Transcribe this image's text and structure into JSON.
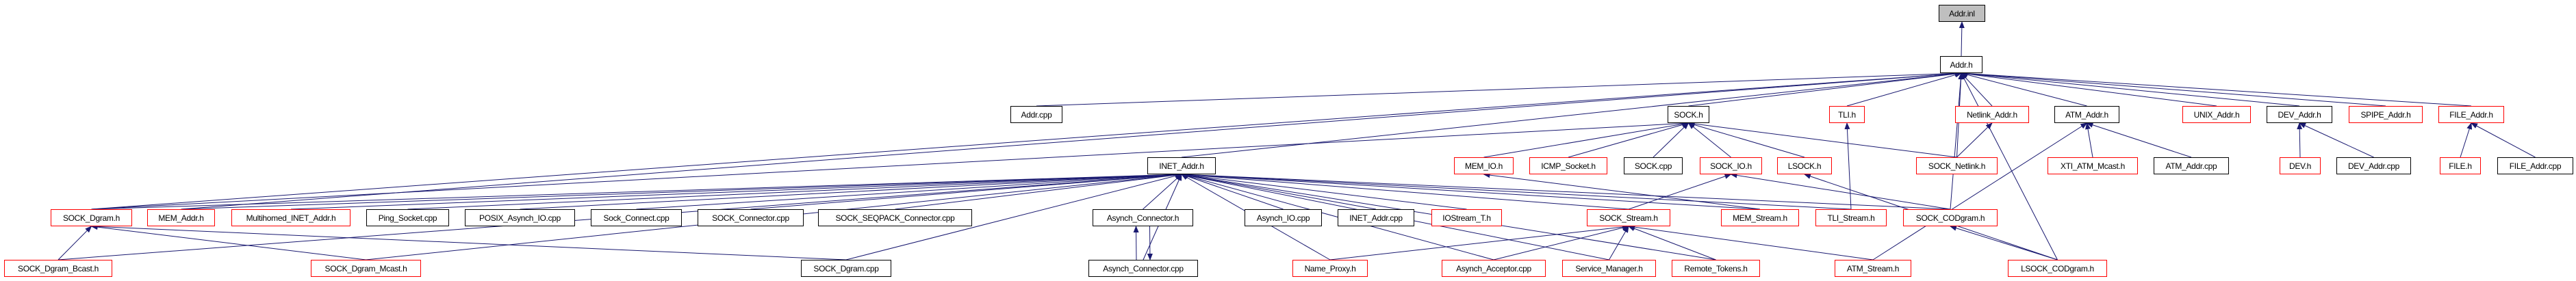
{
  "graph": {
    "edge_color": "#191970",
    "border_colors": {
      "complete": "#000000",
      "truncated": "#ff0000",
      "current": "#000000"
    },
    "current_fill": "#bfbfbf",
    "nodes": [
      {
        "id": "addr_inl",
        "label": "Addr.inl",
        "style": "gray"
      },
      {
        "id": "addr_h",
        "label": "Addr.h",
        "style": "black"
      },
      {
        "id": "addr_cpp",
        "label": "Addr.cpp",
        "style": "black"
      },
      {
        "id": "sock_h",
        "label": "SOCK.h",
        "style": "black"
      },
      {
        "id": "tli_h",
        "label": "TLI.h",
        "style": "red"
      },
      {
        "id": "netlink_addr_h",
        "label": "Netlink_Addr.h",
        "style": "red"
      },
      {
        "id": "atm_addr_h",
        "label": "ATM_Addr.h",
        "style": "black"
      },
      {
        "id": "unix_addr_h",
        "label": "UNIX_Addr.h",
        "style": "red"
      },
      {
        "id": "dev_addr_h",
        "label": "DEV_Addr.h",
        "style": "black"
      },
      {
        "id": "spipe_addr_h",
        "label": "SPIPE_Addr.h",
        "style": "red"
      },
      {
        "id": "file_addr_h",
        "label": "FILE_Addr.h",
        "style": "red"
      },
      {
        "id": "inet_addr_h",
        "label": "INET_Addr.h",
        "style": "black"
      },
      {
        "id": "mem_io_h",
        "label": "MEM_IO.h",
        "style": "red"
      },
      {
        "id": "icmp_socket_h",
        "label": "ICMP_Socket.h",
        "style": "red"
      },
      {
        "id": "sock_cpp",
        "label": "SOCK.cpp",
        "style": "black"
      },
      {
        "id": "sock_io_h",
        "label": "SOCK_IO.h",
        "style": "red"
      },
      {
        "id": "lsock_h",
        "label": "LSOCK.h",
        "style": "red"
      },
      {
        "id": "sock_netlink_h",
        "label": "SOCK_Netlink.h",
        "style": "red"
      },
      {
        "id": "xti_atm_mcast_h",
        "label": "XTI_ATM_Mcast.h",
        "style": "red"
      },
      {
        "id": "atm_addr_cpp",
        "label": "ATM_Addr.cpp",
        "style": "black"
      },
      {
        "id": "dev_h",
        "label": "DEV.h",
        "style": "red"
      },
      {
        "id": "dev_addr_cpp",
        "label": "DEV_Addr.cpp",
        "style": "black"
      },
      {
        "id": "file_h",
        "label": "FILE.h",
        "style": "red"
      },
      {
        "id": "file_addr_cpp",
        "label": "FILE_Addr.cpp",
        "style": "black"
      },
      {
        "id": "sock_dgram_h",
        "label": "SOCK_Dgram.h",
        "style": "red"
      },
      {
        "id": "mem_addr_h",
        "label": "MEM_Addr.h",
        "style": "red"
      },
      {
        "id": "multihomed_h",
        "label": "Multihomed_INET_Addr.h",
        "style": "red"
      },
      {
        "id": "ping_socket_cpp",
        "label": "Ping_Socket.cpp",
        "style": "black"
      },
      {
        "id": "posix_asynch_io_cpp",
        "label": "POSIX_Asynch_IO.cpp",
        "style": "black"
      },
      {
        "id": "sock_connect_cpp",
        "label": "Sock_Connect.cpp",
        "style": "black"
      },
      {
        "id": "sock_connector_cpp",
        "label": "SOCK_Connector.cpp",
        "style": "black"
      },
      {
        "id": "sock_seqpack_connector_cpp",
        "label": "SOCK_SEQPACK_Connector.cpp",
        "style": "black"
      },
      {
        "id": "asynch_connector_h",
        "label": "Asynch_Connector.h",
        "style": "black"
      },
      {
        "id": "asynch_io_cpp",
        "label": "Asynch_IO.cpp",
        "style": "black"
      },
      {
        "id": "inet_addr_cpp",
        "label": "INET_Addr.cpp",
        "style": "black"
      },
      {
        "id": "iostream_t_h",
        "label": "IOStream_T.h",
        "style": "red"
      },
      {
        "id": "sock_stream_h",
        "label": "SOCK_Stream.h",
        "style": "red"
      },
      {
        "id": "mem_stream_h",
        "label": "MEM_Stream.h",
        "style": "red"
      },
      {
        "id": "tli_stream_h",
        "label": "TLI_Stream.h",
        "style": "red"
      },
      {
        "id": "sock_codgram_h",
        "label": "SOCK_CODgram.h",
        "style": "red"
      },
      {
        "id": "sock_dgram_bcast_h",
        "label": "SOCK_Dgram_Bcast.h",
        "style": "red"
      },
      {
        "id": "sock_dgram_mcast_h",
        "label": "SOCK_Dgram_Mcast.h",
        "style": "red"
      },
      {
        "id": "sock_dgram_cpp",
        "label": "SOCK_Dgram.cpp",
        "style": "black"
      },
      {
        "id": "asynch_connector_cpp",
        "label": "Asynch_Connector.cpp",
        "style": "black"
      },
      {
        "id": "name_proxy_h",
        "label": "Name_Proxy.h",
        "style": "red"
      },
      {
        "id": "asynch_acceptor_cpp",
        "label": "Asynch_Acceptor.cpp",
        "style": "red"
      },
      {
        "id": "service_manager_h",
        "label": "Service_Manager.h",
        "style": "red"
      },
      {
        "id": "remote_tokens_h",
        "label": "Remote_Tokens.h",
        "style": "red"
      },
      {
        "id": "atm_stream_h",
        "label": "ATM_Stream.h",
        "style": "red"
      },
      {
        "id": "lsock_codgram_h",
        "label": "LSOCK_CODgram.h",
        "style": "red"
      }
    ],
    "edges": [
      [
        "addr_h",
        "addr_inl"
      ],
      [
        "addr_cpp",
        "addr_h"
      ],
      [
        "sock_h",
        "addr_h"
      ],
      [
        "inet_addr_h",
        "addr_h"
      ],
      [
        "tli_h",
        "addr_h"
      ],
      [
        "netlink_addr_h",
        "addr_h"
      ],
      [
        "atm_addr_h",
        "addr_h"
      ],
      [
        "unix_addr_h",
        "addr_h"
      ],
      [
        "dev_addr_h",
        "addr_h"
      ],
      [
        "spipe_addr_h",
        "addr_h"
      ],
      [
        "file_addr_h",
        "addr_h"
      ],
      [
        "sock_netlink_h",
        "addr_h"
      ],
      [
        "sock_codgram_h",
        "addr_h"
      ],
      [
        "lsock_codgram_h",
        "addr_h"
      ],
      [
        "sock_dgram_h",
        "addr_h"
      ],
      [
        "mem_addr_h",
        "addr_h"
      ],
      [
        "sock_dgram_h",
        "sock_h"
      ],
      [
        "mem_io_h",
        "sock_h"
      ],
      [
        "icmp_socket_h",
        "sock_h"
      ],
      [
        "sock_cpp",
        "sock_h"
      ],
      [
        "sock_io_h",
        "sock_h"
      ],
      [
        "lsock_h",
        "sock_h"
      ],
      [
        "sock_netlink_h",
        "sock_h"
      ],
      [
        "sock_dgram_h",
        "inet_addr_h"
      ],
      [
        "mem_addr_h",
        "inet_addr_h"
      ],
      [
        "multihomed_h",
        "inet_addr_h"
      ],
      [
        "ping_socket_cpp",
        "inet_addr_h"
      ],
      [
        "posix_asynch_io_cpp",
        "inet_addr_h"
      ],
      [
        "sock_connect_cpp",
        "inet_addr_h"
      ],
      [
        "sock_connector_cpp",
        "inet_addr_h"
      ],
      [
        "sock_seqpack_connector_cpp",
        "inet_addr_h"
      ],
      [
        "asynch_connector_h",
        "inet_addr_h"
      ],
      [
        "asynch_io_cpp",
        "inet_addr_h"
      ],
      [
        "inet_addr_cpp",
        "inet_addr_h"
      ],
      [
        "iostream_t_h",
        "inet_addr_h"
      ],
      [
        "sock_stream_h",
        "inet_addr_h"
      ],
      [
        "mem_stream_h",
        "inet_addr_h"
      ],
      [
        "tli_stream_h",
        "inet_addr_h"
      ],
      [
        "sock_codgram_h",
        "inet_addr_h"
      ],
      [
        "sock_dgram_bcast_h",
        "inet_addr_h"
      ],
      [
        "sock_dgram_mcast_h",
        "inet_addr_h"
      ],
      [
        "sock_dgram_cpp",
        "inet_addr_h"
      ],
      [
        "asynch_connector_cpp",
        "inet_addr_h"
      ],
      [
        "name_proxy_h",
        "inet_addr_h"
      ],
      [
        "asynch_acceptor_cpp",
        "inet_addr_h"
      ],
      [
        "service_manager_h",
        "inet_addr_h"
      ],
      [
        "remote_tokens_h",
        "inet_addr_h"
      ],
      [
        "sock_stream_h",
        "sock_io_h"
      ],
      [
        "sock_codgram_h",
        "sock_io_h"
      ],
      [
        "lsock_codgram_h",
        "lsock_h"
      ],
      [
        "mem_stream_h",
        "mem_io_h"
      ],
      [
        "tli_stream_h",
        "tli_h"
      ],
      [
        "sock_netlink_h",
        "netlink_addr_h"
      ],
      [
        "xti_atm_mcast_h",
        "atm_addr_h"
      ],
      [
        "atm_addr_cpp",
        "atm_addr_h"
      ],
      [
        "atm_stream_h",
        "atm_addr_h"
      ],
      [
        "dev_h",
        "dev_addr_h"
      ],
      [
        "dev_addr_cpp",
        "dev_addr_h"
      ],
      [
        "file_h",
        "file_addr_h"
      ],
      [
        "file_addr_cpp",
        "file_addr_h"
      ],
      [
        "name_proxy_h",
        "sock_stream_h"
      ],
      [
        "asynch_acceptor_cpp",
        "sock_stream_h"
      ],
      [
        "service_manager_h",
        "sock_stream_h"
      ],
      [
        "remote_tokens_h",
        "sock_stream_h"
      ],
      [
        "atm_stream_h",
        "sock_stream_h"
      ],
      [
        "lsock_codgram_h",
        "sock_codgram_h"
      ],
      [
        "sock_dgram_bcast_h",
        "sock_dgram_h"
      ],
      [
        "sock_dgram_mcast_h",
        "sock_dgram_h"
      ],
      [
        "sock_dgram_cpp",
        "sock_dgram_h"
      ],
      [
        "asynch_connector_cpp",
        "asynch_connector_h"
      ],
      [
        "asynch_connector_h",
        "asynch_connector_cpp"
      ]
    ]
  }
}
